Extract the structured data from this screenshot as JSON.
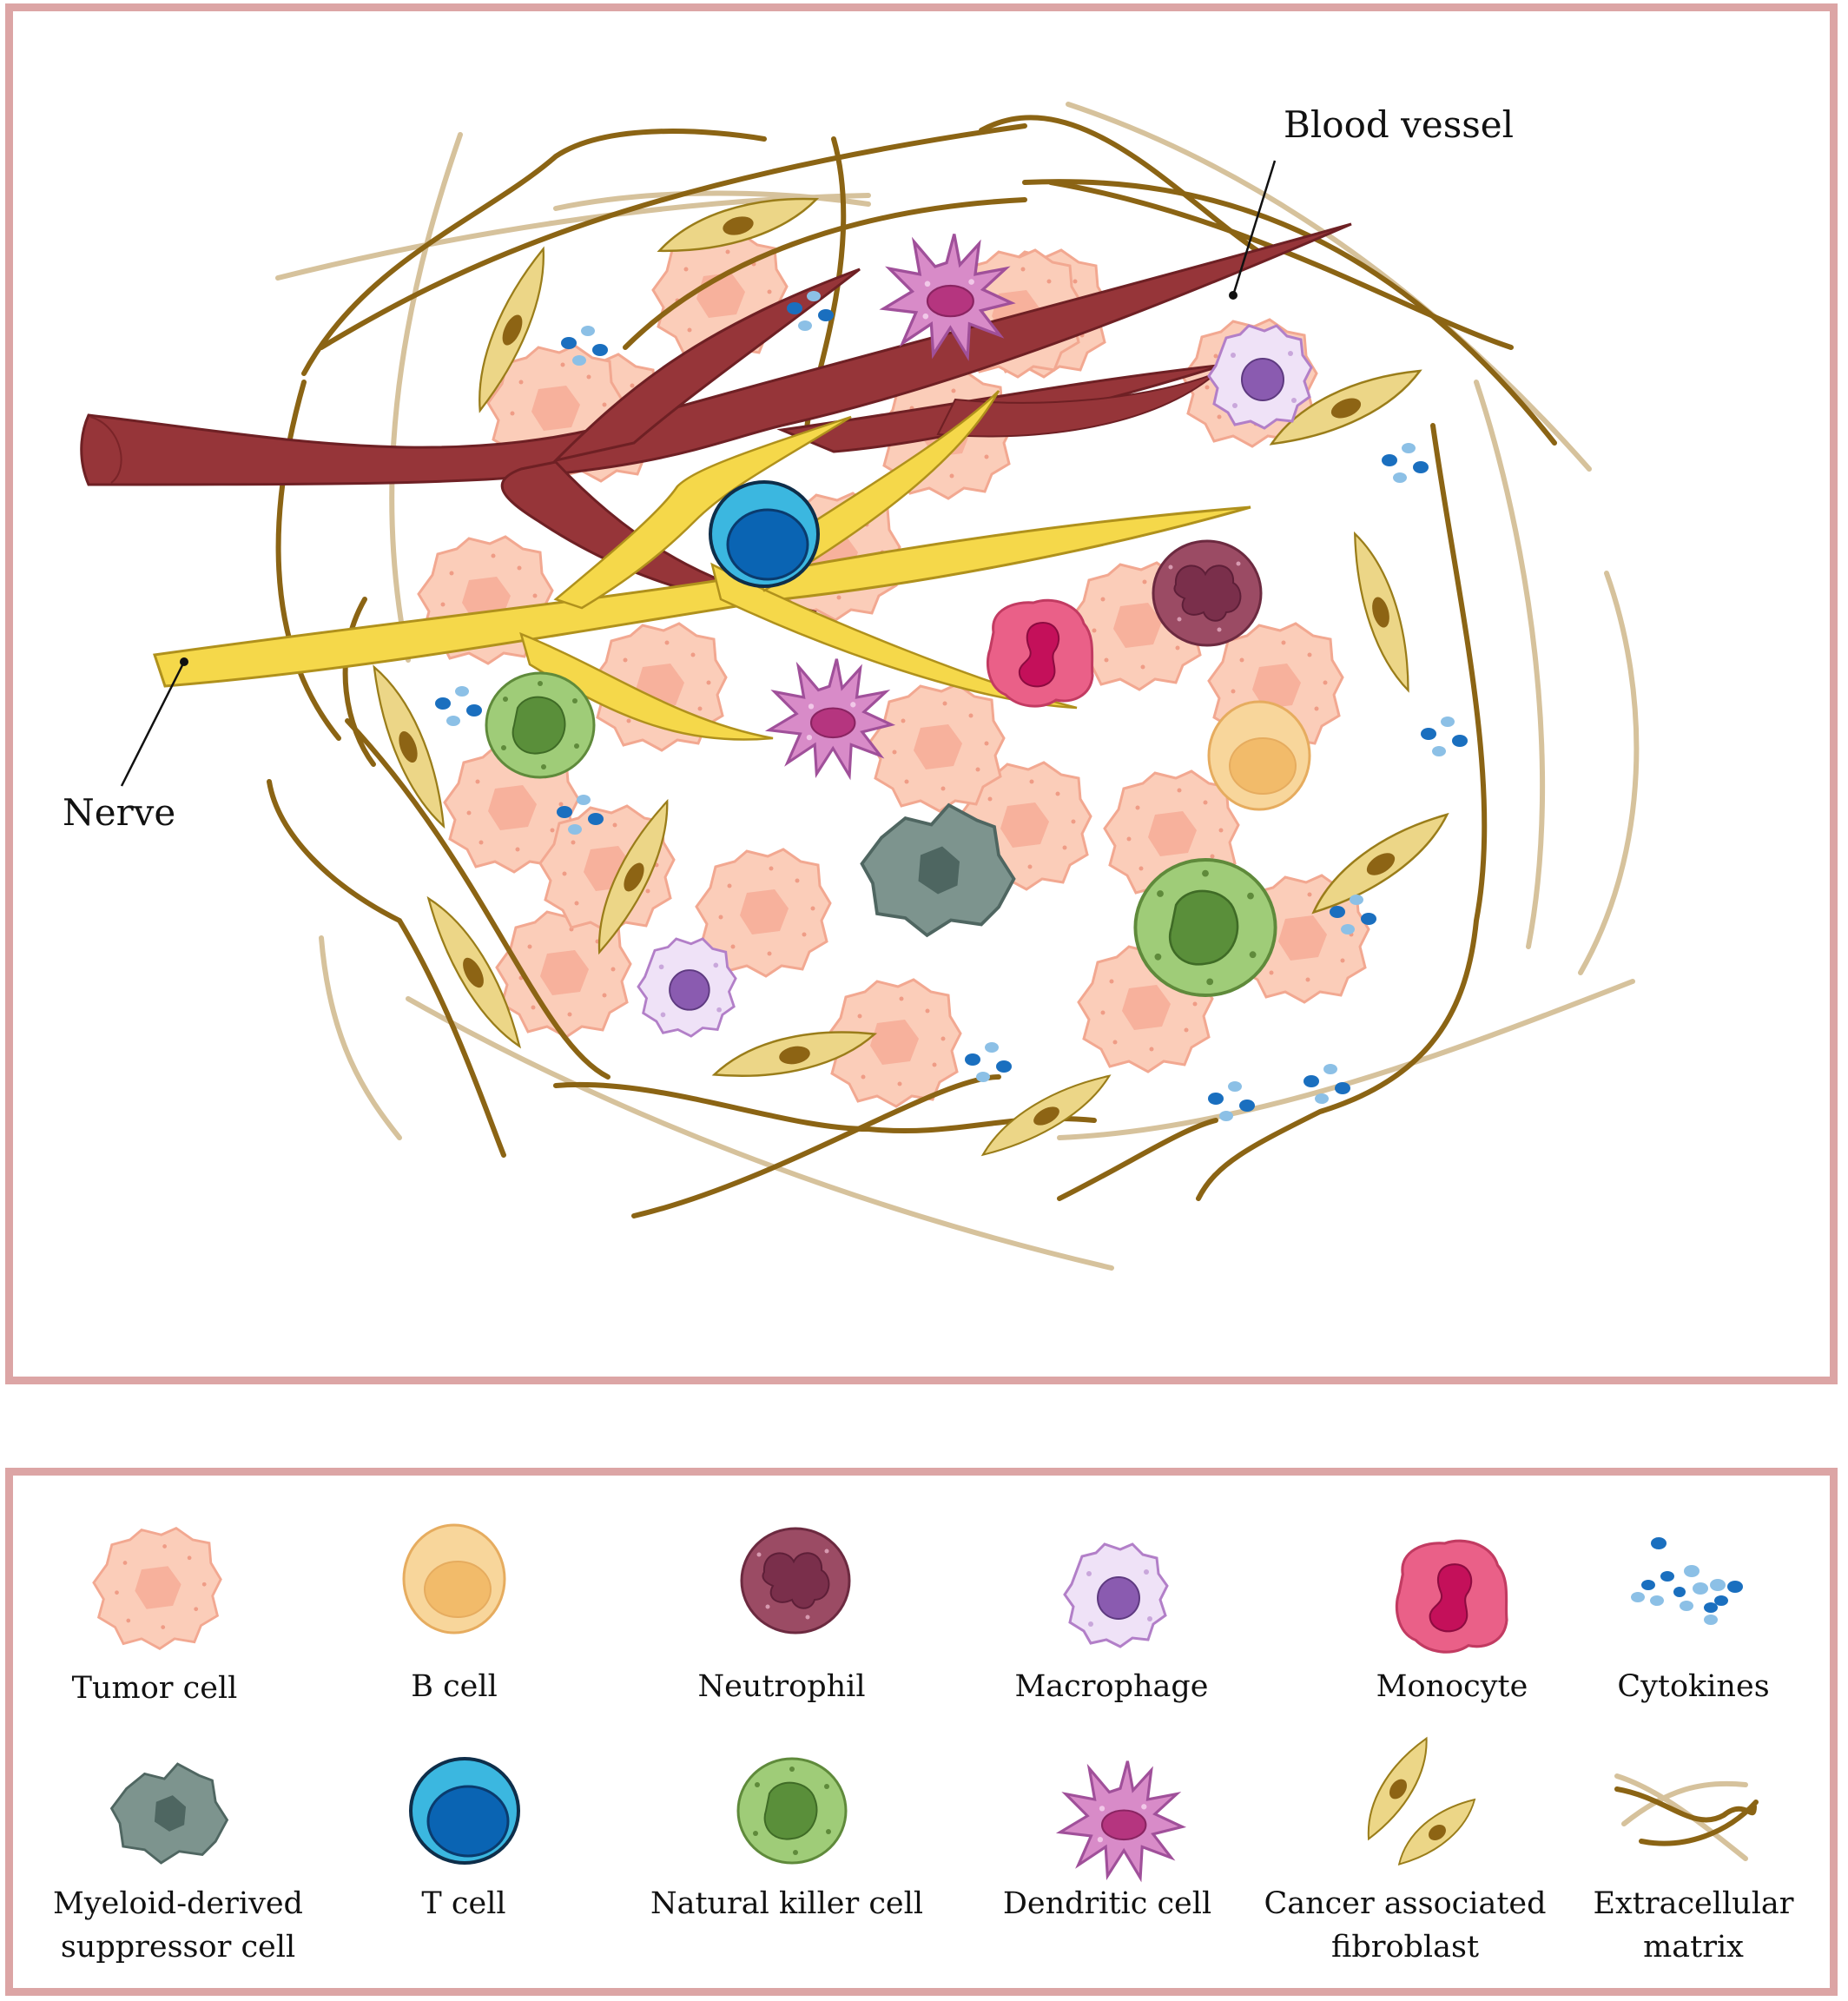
{
  "callouts": {
    "blood_vessel": "Blood vessel",
    "nerve": "Nerve"
  },
  "legend": {
    "items": [
      {
        "key": "tumor",
        "lines": [
          "Tumor cell"
        ]
      },
      {
        "key": "bcell",
        "lines": [
          "B cell"
        ]
      },
      {
        "key": "neutrophil",
        "lines": [
          "Neutrophil"
        ]
      },
      {
        "key": "macrophage",
        "lines": [
          "Macrophage"
        ]
      },
      {
        "key": "monocyte",
        "lines": [
          "Monocyte"
        ]
      },
      {
        "key": "cytokines",
        "lines": [
          "Cytokines"
        ]
      },
      {
        "key": "mdsc",
        "lines": [
          "Myeloid-derived",
          "suppressor cell"
        ]
      },
      {
        "key": "tcell",
        "lines": [
          "T cell"
        ]
      },
      {
        "key": "nk",
        "lines": [
          "Natural killer cell"
        ]
      },
      {
        "key": "dendritic",
        "lines": [
          "Dendritic cell"
        ]
      },
      {
        "key": "caf",
        "lines": [
          "Cancer associated",
          "fibroblast"
        ]
      },
      {
        "key": "ecm",
        "lines": [
          "Extracellular",
          "matrix"
        ]
      }
    ]
  },
  "colors": {
    "panel_border": "#dca5a5",
    "tumor": "#f9c7b5",
    "blood_vessel": "#963539",
    "nerve": "#f5d84a",
    "fiber_dark": "#8b6414",
    "fiber_light": "#d6c29c",
    "fibroblast": "#ecd687",
    "tcell": "#35b4de",
    "bcell": "#f7cf86",
    "neutrophil": "#9a4a63",
    "macrophage": "#ece0f5",
    "monocyte": "#ea5d84",
    "nk": "#9acb72",
    "mdsc": "#7d948e",
    "dendritic": "#d68cc7",
    "cytokine_dark": "#1a6fbf",
    "cytokine_light": "#8cc0e6"
  }
}
